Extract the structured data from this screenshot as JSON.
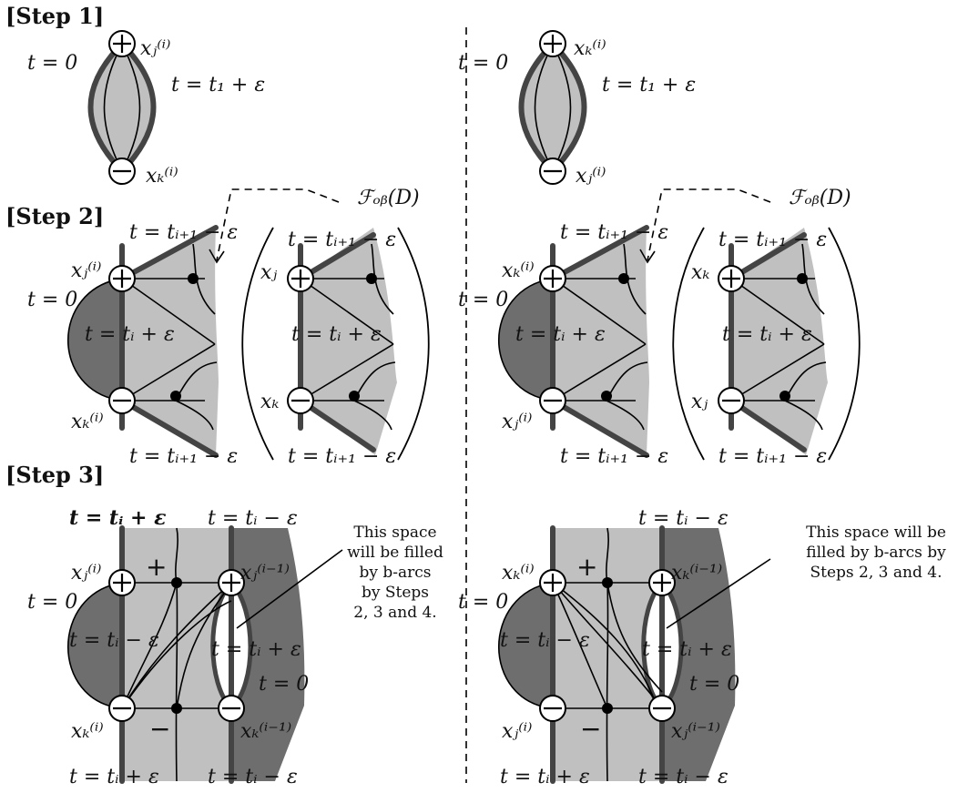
{
  "steps": {
    "step1": "[Step 1]",
    "step2": "[Step 2]",
    "step3": "[Step 3]"
  },
  "labels": {
    "t0": "t = 0",
    "t_t1_eps": "t = t₁ + ε",
    "t_ti1_minus_eps": "t = tᵢ₊₁ − ε",
    "t_ti_plus_eps": "t = tᵢ + ε",
    "t_ti_minus_eps": "t = tᵢ − ε",
    "foliation": "ℱₒᵦ(D)",
    "x_j_i": "xⱼ⁽ⁱ⁾",
    "x_k_i": "xₖ⁽ⁱ⁾",
    "x_j_i1": "xⱼ⁽ⁱ⁻¹⁾",
    "x_k_i1": "xₖ⁽ⁱ⁻¹⁾",
    "x_j": "xⱼ",
    "x_k": "xₖ",
    "plus": "+",
    "minus": "−"
  },
  "notes": {
    "left_lines": [
      "This space",
      "will be filled",
      "by b-arcs",
      "by Steps",
      "2, 3 and 4."
    ],
    "right_lines": [
      "This space will be",
      "filled by b-arcs by",
      "Steps 2, 3 and 4."
    ]
  },
  "colors": {
    "light_gray": "#c0c0c0",
    "dark_gray": "#6e6e6e",
    "thick_edge": "#444444"
  }
}
